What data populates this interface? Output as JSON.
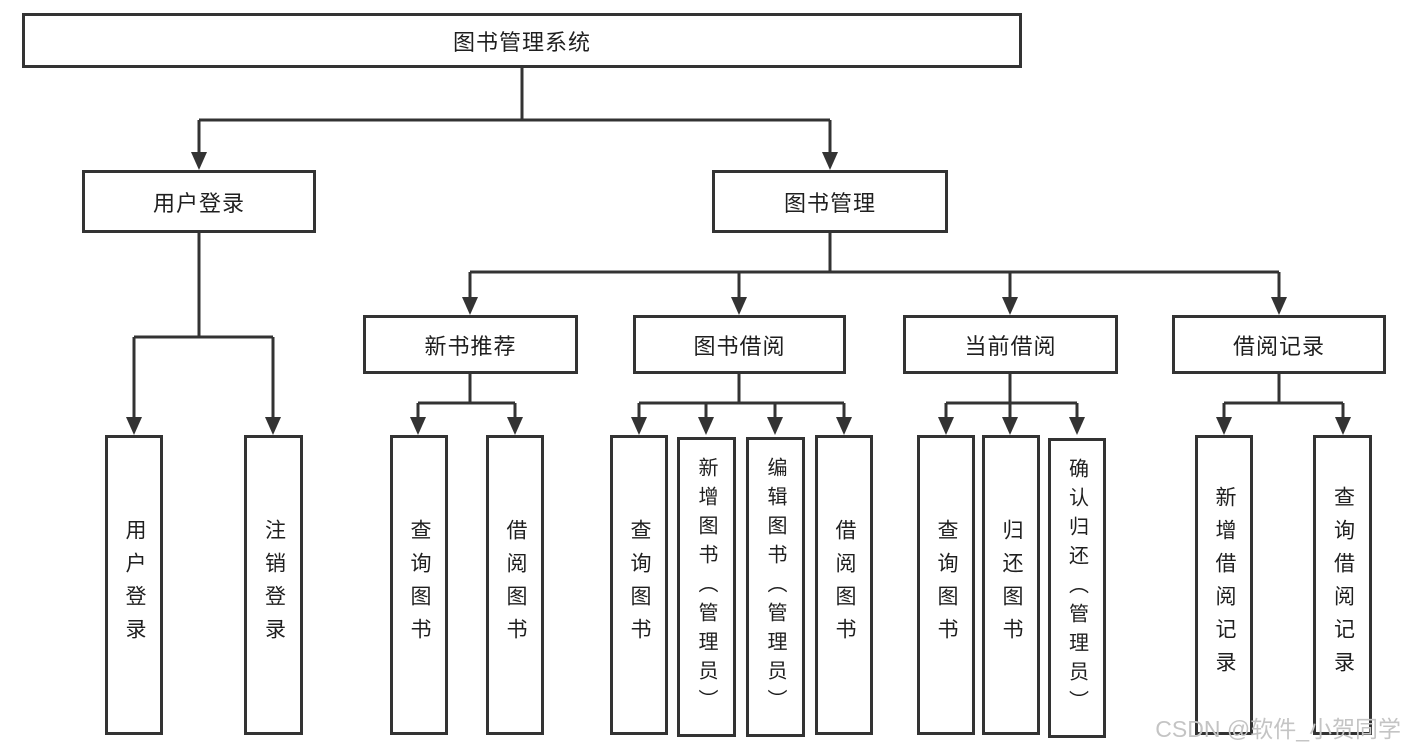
{
  "colors": {
    "line": "#333333",
    "text": "#1f1f1f",
    "box_bg": "#ffffff",
    "watermark": "#c4c4c4",
    "background": "#ffffff"
  },
  "root": {
    "label": "图书管理系统"
  },
  "modules": [
    {
      "label": "用户登录"
    },
    {
      "label": "图书管理"
    }
  ],
  "submodules": [
    {
      "label": "新书推荐"
    },
    {
      "label": "图书借阅"
    },
    {
      "label": "当前借阅"
    },
    {
      "label": "借阅记录"
    }
  ],
  "leaves": {
    "user_login": [
      {
        "label": "用户登录"
      },
      {
        "label": "注销登录"
      }
    ],
    "new_book_recommend": [
      {
        "label": "查询图书"
      },
      {
        "label": "借阅图书"
      }
    ],
    "book_borrow": [
      {
        "label": "查询图书"
      },
      {
        "label": "新增图书（管理员）"
      },
      {
        "label": "编辑图书（管理员）"
      },
      {
        "label": "借阅图书"
      }
    ],
    "current_borrow": [
      {
        "label": "查询图书"
      },
      {
        "label": "归还图书"
      },
      {
        "label": "确认归还（管理员）"
      }
    ],
    "borrow_record": [
      {
        "label": "新增借阅记录"
      },
      {
        "label": "查询借阅记录"
      }
    ]
  },
  "watermark": {
    "text": "CSDN @软件_小贺同学"
  }
}
